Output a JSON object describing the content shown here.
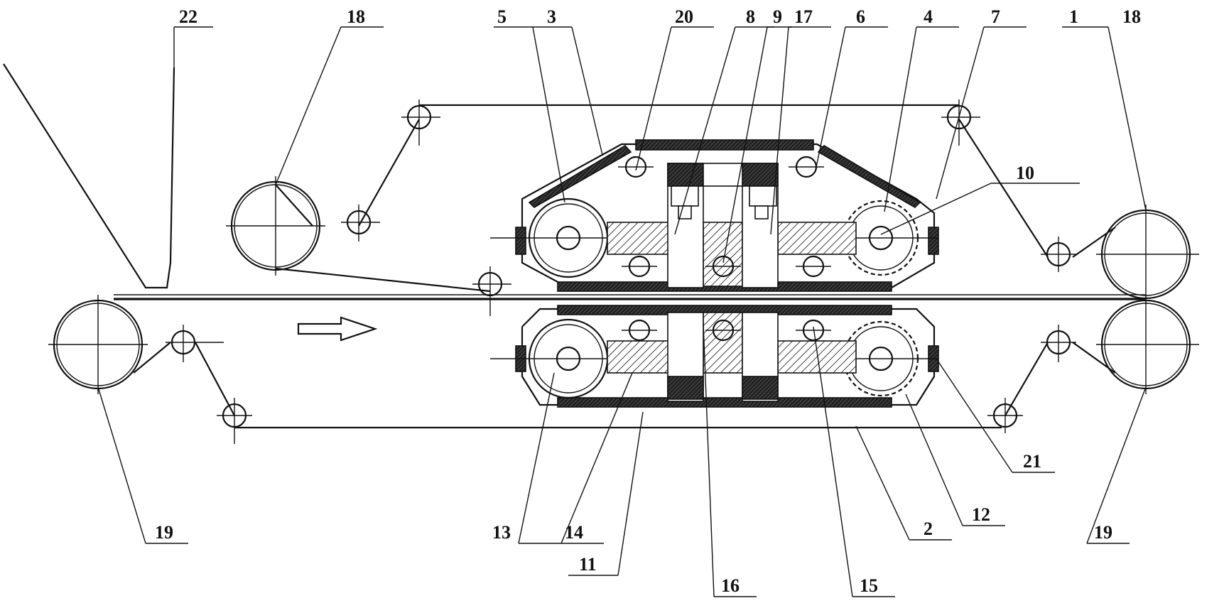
{
  "labels": {
    "l1": "1",
    "l2": "2",
    "l3": "3",
    "l4": "4",
    "l5": "5",
    "l6": "6",
    "l7": "7",
    "l8": "8",
    "l9": "9",
    "l10": "10",
    "l11": "11",
    "l12": "12",
    "l13": "13",
    "l14": "14",
    "l15": "15",
    "l16": "16",
    "l17": "17",
    "l18a": "18",
    "l18b": "18",
    "l19a": "19",
    "l19b": "19",
    "l20": "20",
    "l21": "21",
    "l22": "22"
  },
  "icons": {
    "flow_arrow": "arrow-right-icon"
  },
  "colors": {
    "line": "#111111",
    "background": "#ffffff"
  }
}
